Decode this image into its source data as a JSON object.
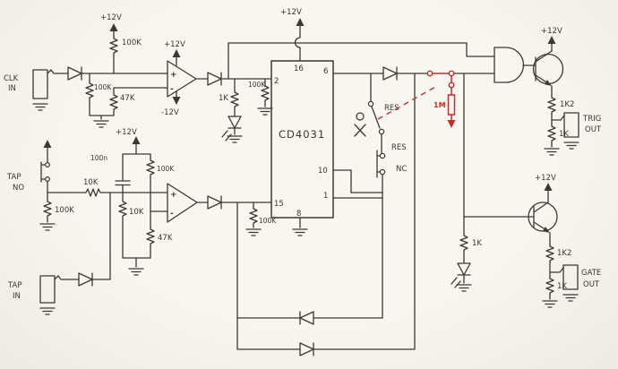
{
  "colors": {
    "paper": "#f6f3ed",
    "ink": "#3c3833",
    "red_pen": "#c22f28"
  },
  "clk": {
    "jack_line1": "CLK",
    "jack_line2": "IN",
    "supply": "+12V",
    "r_pullup": "100K",
    "r_div_left": "100K",
    "r_div_right": "47K",
    "opamp_vplus": "+12V",
    "opamp_vminus": "-12V",
    "plus_sym": "+",
    "minus_sym": "-",
    "r_series": "1K",
    "r_clock_in": "100K"
  },
  "ic": {
    "name": "CD4031",
    "supply": "+12V",
    "pin16": "16",
    "pin2": "2",
    "pin6": "6",
    "pin10": "10",
    "pin1": "1",
    "pin15": "15",
    "pin8": "8"
  },
  "reset": {
    "toggle_label": "RES",
    "push_label": "RES",
    "push_contact": "NC",
    "r_pull": "1M"
  },
  "trig": {
    "supply": "+12V",
    "r_emitter": "1K2",
    "r_load": "1K",
    "out_line1": "TRIG",
    "out_line2": "OUT"
  },
  "gate": {
    "supply": "+12V",
    "r_led": "1K",
    "r_emitter": "1K2",
    "r_load": "1K",
    "out_line1": "GATE",
    "out_line2": "OUT"
  },
  "tap": {
    "button_line1": "TAP",
    "button_line2": "NO",
    "r_button_pulldown": "100K",
    "r_series": "10K",
    "cap": "100n",
    "supply": "+12V",
    "r_pullup": "100K",
    "r_div_left": "10K",
    "r_div_right": "47K",
    "plus_sym": "+",
    "minus_sym": "-",
    "jack_line1": "TAP",
    "jack_line2": "IN",
    "r_data_in": "100K"
  }
}
